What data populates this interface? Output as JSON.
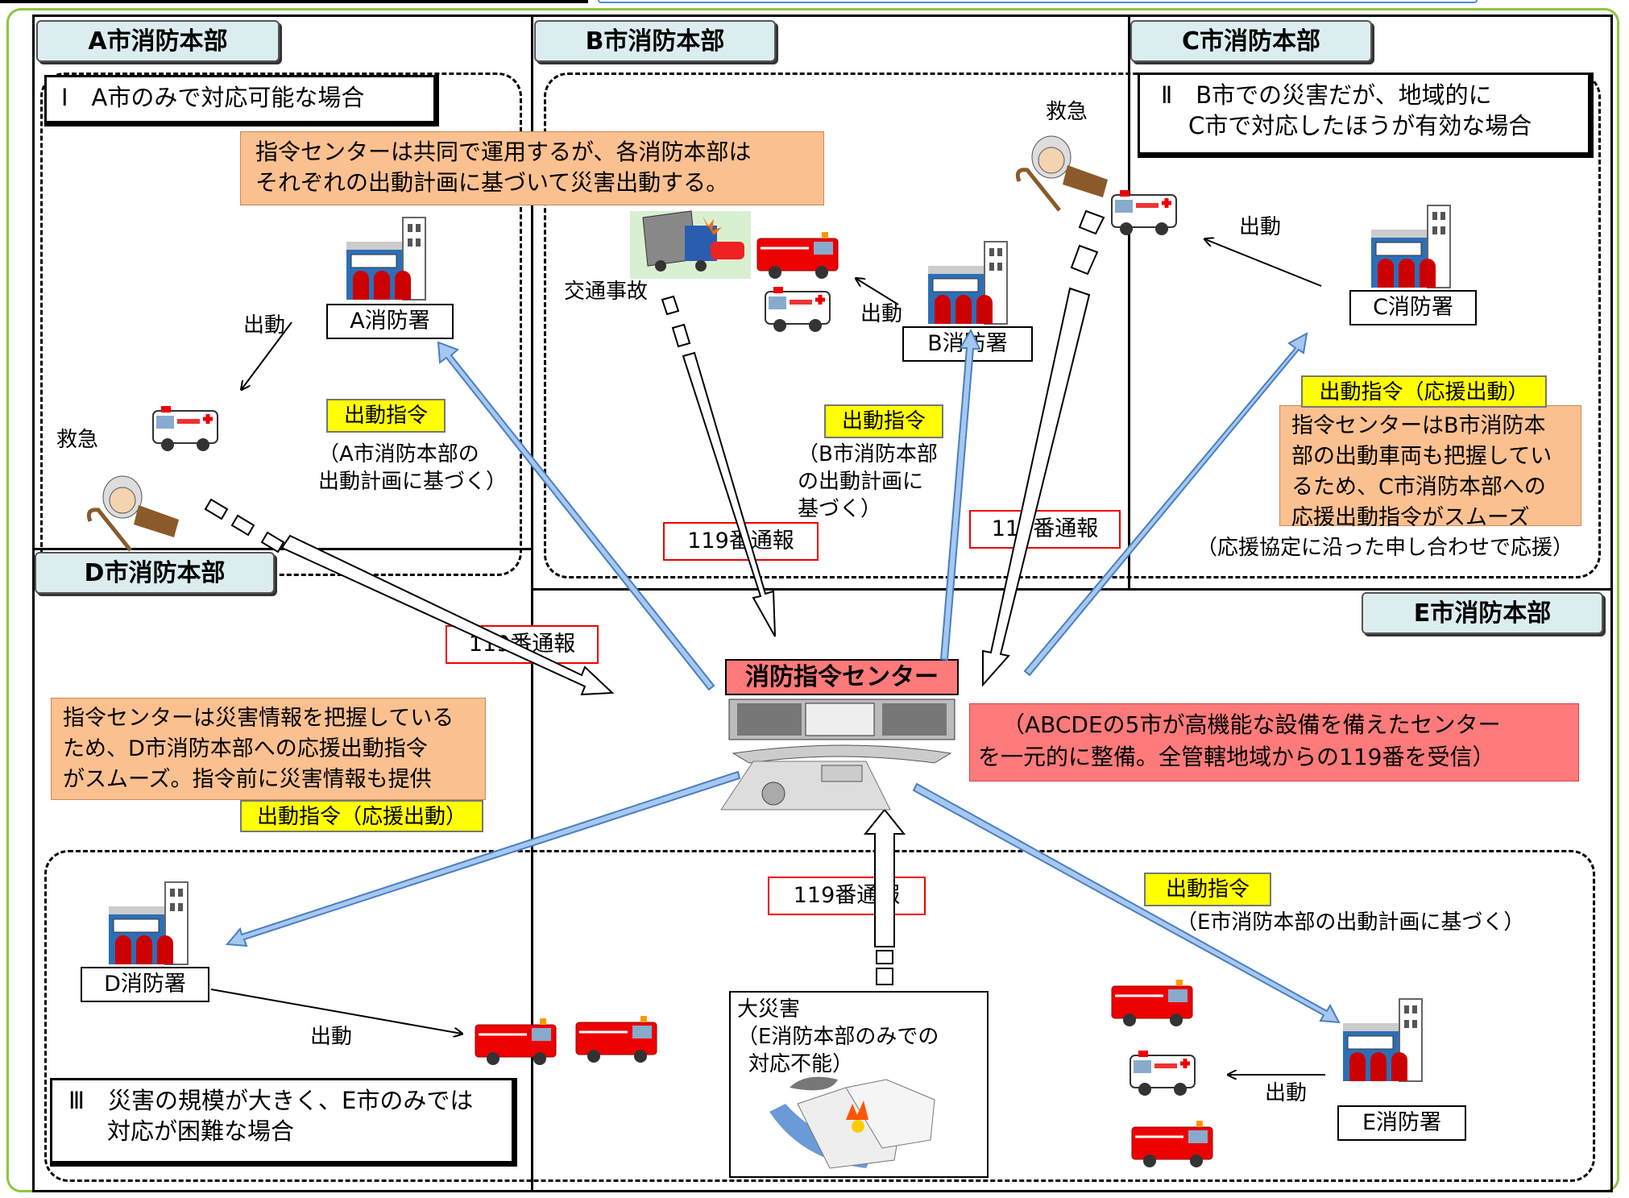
{
  "headquarters": {
    "a": "A市消防本部",
    "b": "B市消防本部",
    "c": "C市消防本部",
    "d": "D市消防本部",
    "e": "E市消防本部"
  },
  "scenarios": {
    "one": "Ⅰ　A市のみで対応可能な場合",
    "two_line1": "Ⅱ　B市での災害だが、地域的に",
    "two_line2": "C市で対応したほうが有効な場合",
    "three_line1": "Ⅲ　災害の規模が大きく、E市のみでは",
    "three_line2": "対応が困難な場合"
  },
  "notes": {
    "top_line1": "指令センターは共同で運用するが、各消防本部は",
    "top_line2": "それぞれの出動計画に基づいて災害出動する。",
    "c_line1": "指令センターはB市消防本",
    "c_line2": "部の出動車両も把握してい",
    "c_line3": "るため、C市消防本部への",
    "c_line4": "応援出動指令がスムーズ",
    "c_agreement": "（応援協定に沿った申し合わせで応援）",
    "d_line1": "指令センターは災害情報を把握している",
    "d_line2": "ため、D市消防本部への応援出動指令",
    "d_line3": "がスムーズ。指令前に災害情報も提供",
    "center_line1": "（ABCDEの5市が高機能な設備を備えたセンター",
    "center_line2": "を一元的に整備。全管轄地域からの119番を受信）"
  },
  "orders": {
    "dispatch": "出動指令",
    "support": "出動指令（応援出動）",
    "a_basis_line1": "（A市消防本部の",
    "a_basis_line2": "出動計画に基づく）",
    "b_basis_line1": "（B市消防本部",
    "b_basis_line2": "の出動計画に",
    "b_basis_line3": "基づく）",
    "e_basis": "（E市消防本部の出動計画に基づく）"
  },
  "stations": {
    "a": "A消防署",
    "b": "B消防署",
    "c": "C消防署",
    "d": "D消防署",
    "e": "E消防署"
  },
  "center": "消防指令センター",
  "calls": {
    "report": "119番通報"
  },
  "labels": {
    "dispatch": "出動",
    "emergency": "救急",
    "traffic_accident": "交通事故",
    "disaster_line1": "大災害",
    "disaster_line2": "（E消防本部のみでの",
    "disaster_line3": "対応不能）"
  },
  "colors": {
    "frame_green": "#8dc63f",
    "arrow_blue": "#a6c8f0",
    "note_orange": "#fac090",
    "center_red": "#ff7a7a",
    "order_yellow": "#ffff00"
  },
  "icons": [
    "fire-station-icon",
    "ambulance-icon",
    "fire-truck-icon",
    "patient-icon",
    "accident-truck-icon",
    "command-center-icon",
    "burning-town-icon"
  ]
}
